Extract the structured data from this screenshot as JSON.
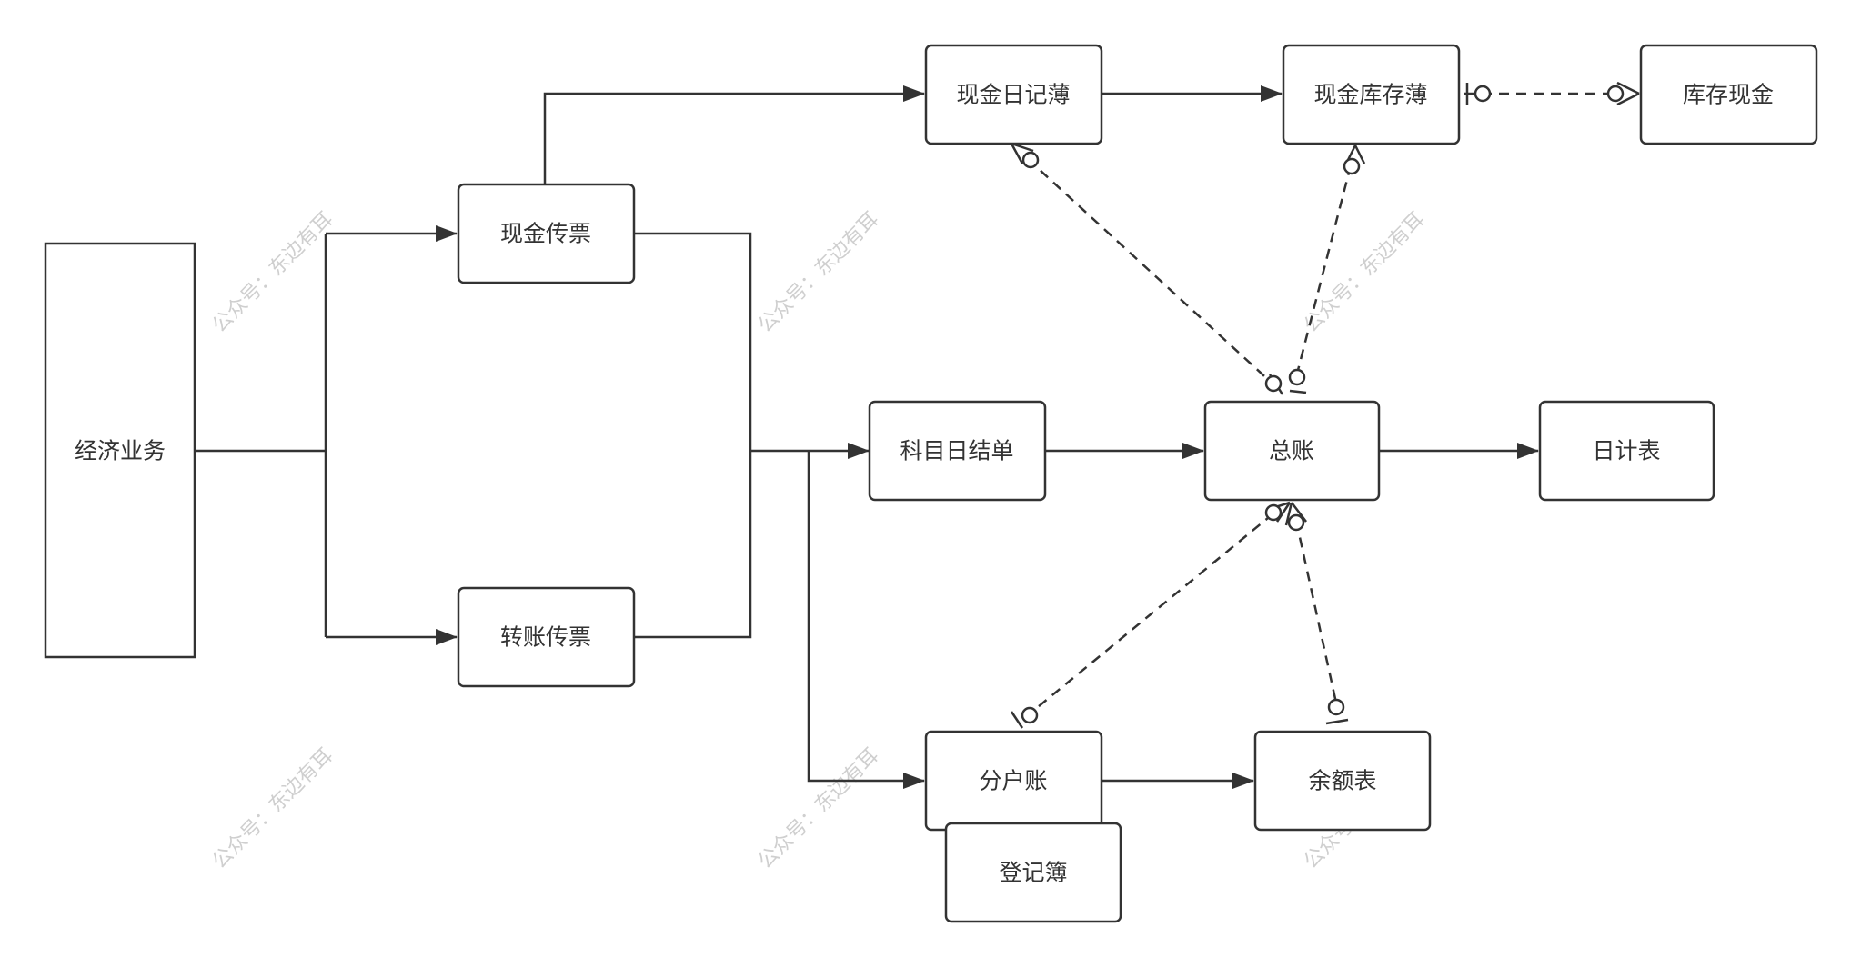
{
  "nodes": {
    "jingji_yewu": "经济业务",
    "xianjin_chuanpiao": "现金传票",
    "zhuanzhang_chuanpiao": "转账传票",
    "xianjin_rijibu": "现金日记薄",
    "xianjin_kucunbu": "现金库存薄",
    "kucun_xianjin": "库存现金",
    "kemu_rijiedan": "科目日结单",
    "zongzhang": "总账",
    "rijibiao": "日计表",
    "fenhuzhang": "分户账",
    "dengjibu": "登记簿",
    "yuebiao": "余额表"
  },
  "watermark": "公众号：东边有耳",
  "colors": {
    "stroke": "#333333",
    "fill": "#ffffff",
    "watermark": "#cfcfcf"
  }
}
